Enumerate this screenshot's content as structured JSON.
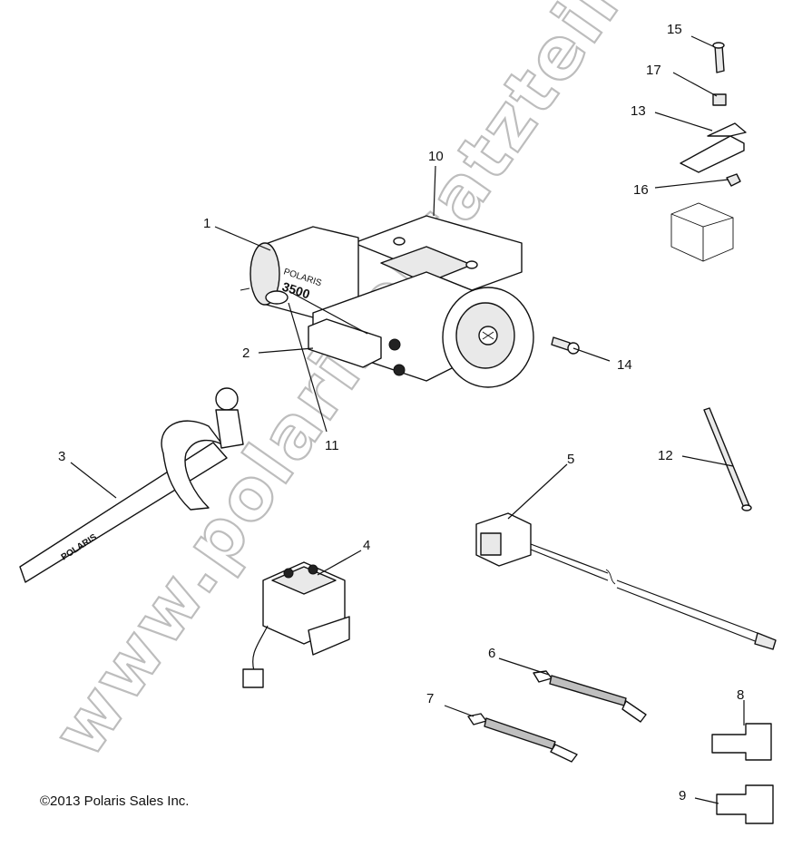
{
  "watermark": "www.polarisersatzteile.de",
  "copyright": "©2013 Polaris Sales Inc.",
  "callouts": {
    "c1": "1",
    "c2": "2",
    "c3": "3",
    "c4": "4",
    "c5": "5",
    "c6": "6",
    "c7": "7",
    "c8": "8",
    "c9": "9",
    "c10": "10",
    "c11": "11",
    "c12": "12",
    "c13": "13",
    "c14": "14",
    "c15": "15",
    "c16": "16",
    "c17": "17"
  },
  "printed": {
    "motor_brand": "POLARIS",
    "motor_rating": "3500",
    "strap_brand": "POLARIS"
  }
}
